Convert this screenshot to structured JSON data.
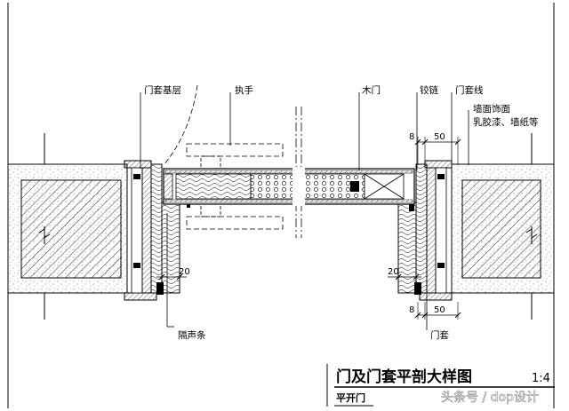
{
  "labels": {
    "door_frame_base": "门套基层",
    "handle": "执手",
    "wood_door": "木门",
    "hinge": "铰链",
    "door_trim": "门套线",
    "wall_finish_1": "墙面饰面",
    "wall_finish_2": "乳胶漆、墙纸等",
    "sound_strip": "隔声条",
    "door_frame": "门套"
  },
  "dimensions": {
    "top_gap": "8",
    "top_width": "50",
    "bottom_gap": "8",
    "bottom_width": "50",
    "left_gap": "20",
    "right_gap": "20"
  },
  "title": {
    "main": "门及门套平剖大样图",
    "scale": "1:4",
    "subtitle": "平开门"
  },
  "watermark": "头条号 / dop设计"
}
